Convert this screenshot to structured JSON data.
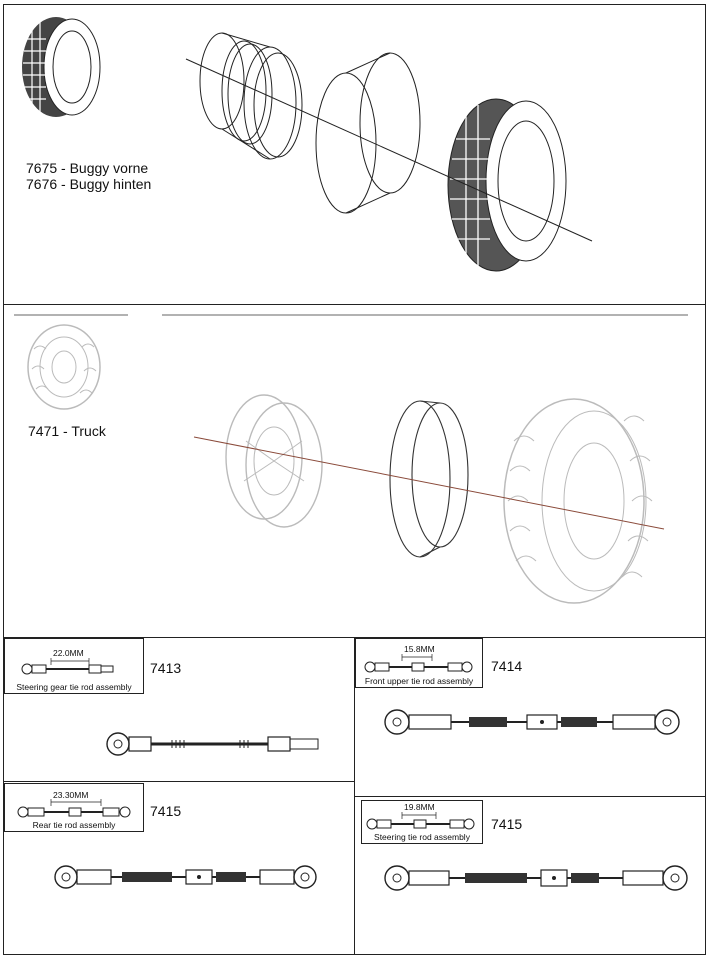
{
  "buggy": {
    "label_front": "7675 - Buggy vorne",
    "label_rear": "7676 - Buggy hinten"
  },
  "truck": {
    "label": "7471 - Truck"
  },
  "parts": [
    {
      "number": "7413",
      "caption": "Steering gear tie rod assembly",
      "dimension": "22.0MM"
    },
    {
      "number": "7414",
      "caption": "Front upper tie rod assembly",
      "dimension": "15.8MM"
    },
    {
      "number": "7415",
      "caption": "Rear tie rod assembly",
      "dimension": "23.30MM"
    },
    {
      "number": "7415",
      "caption": "Steering tie rod assembly",
      "dimension": "19.8MM"
    }
  ],
  "colors": {
    "line": "#222222",
    "faded": "#bbbbbb",
    "axis_truck": "#8a4a3a"
  }
}
